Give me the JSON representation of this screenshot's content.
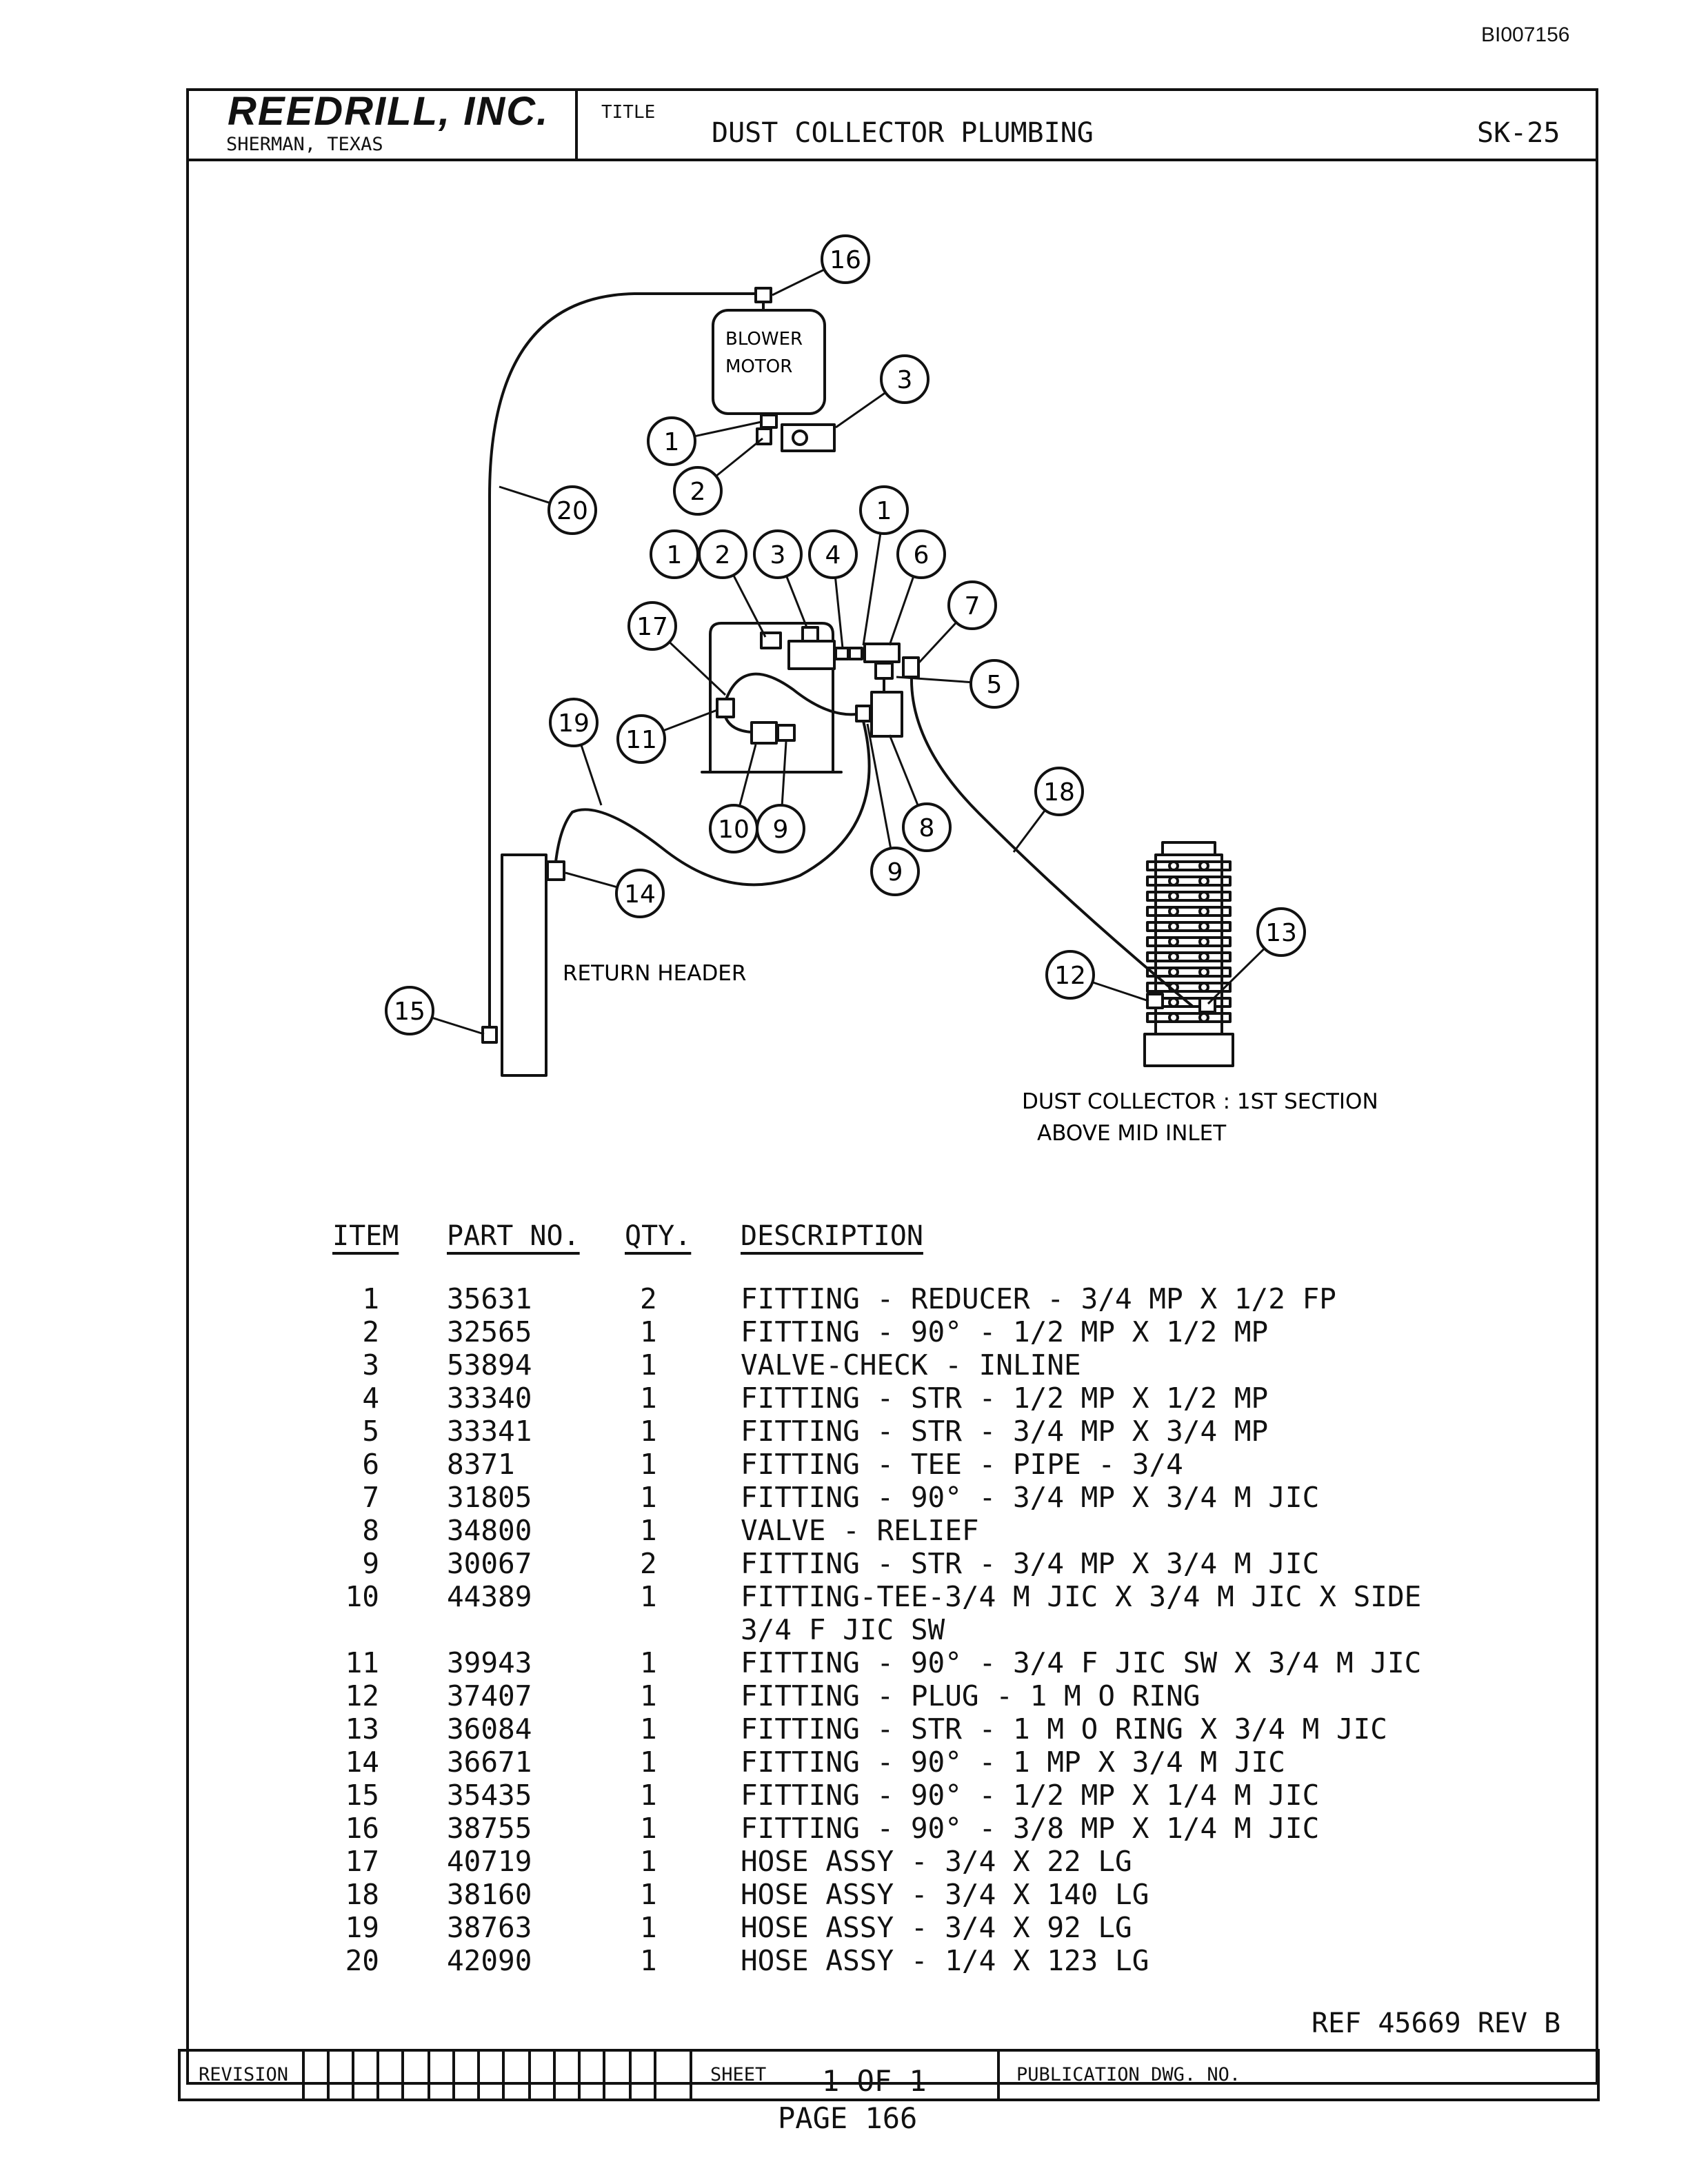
{
  "document_id": "BI007156",
  "title_block": {
    "company": "REEDRILL, INC.",
    "location": "SHERMAN, TEXAS",
    "title_label": "TITLE",
    "title": "DUST COLLECTOR PLUMBING",
    "sheet_code": "SK-25"
  },
  "diagram_labels": {
    "blower_motor_line1": "BLOWER",
    "blower_motor_line2": "MOTOR",
    "return_header": "RETURN HEADER",
    "dust_collector_line1": "DUST COLLECTOR : 1ST SECTION",
    "dust_collector_line2": "ABOVE MID INLET"
  },
  "callouts": [
    "16",
    "3",
    "1",
    "2",
    "20",
    "1",
    "1",
    "2",
    "3",
    "4",
    "6",
    "7",
    "17",
    "5",
    "19",
    "11",
    "18",
    "10",
    "9",
    "8",
    "9",
    "14",
    "13",
    "12",
    "15"
  ],
  "parts_table": {
    "headers": {
      "item": "ITEM",
      "part_no": "PART NO.",
      "qty": "QTY.",
      "description": "DESCRIPTION"
    },
    "rows": [
      {
        "item": "1",
        "part_no": "35631",
        "qty": "2",
        "description": "FITTING - REDUCER - 3/4 MP X 1/2 FP"
      },
      {
        "item": "2",
        "part_no": "32565",
        "qty": "1",
        "description": "FITTING - 90° - 1/2 MP X 1/2 MP"
      },
      {
        "item": "3",
        "part_no": "53894",
        "qty": "1",
        "description": "VALVE-CHECK - INLINE"
      },
      {
        "item": "4",
        "part_no": "33340",
        "qty": "1",
        "description": "FITTING - STR - 1/2 MP X 1/2 MP"
      },
      {
        "item": "5",
        "part_no": "33341",
        "qty": "1",
        "description": "FITTING - STR - 3/4 MP X 3/4 MP"
      },
      {
        "item": "6",
        "part_no": "8371",
        "qty": "1",
        "description": "FITTING - TEE - PIPE - 3/4"
      },
      {
        "item": "7",
        "part_no": "31805",
        "qty": "1",
        "description": "FITTING - 90° - 3/4 MP X 3/4 M JIC"
      },
      {
        "item": "8",
        "part_no": "34800",
        "qty": "1",
        "description": "VALVE - RELIEF"
      },
      {
        "item": "9",
        "part_no": "30067",
        "qty": "2",
        "description": "FITTING - STR - 3/4 MP X 3/4 M JIC"
      },
      {
        "item": "10",
        "part_no": "44389",
        "qty": "1",
        "description": "FITTING-TEE-3/4 M JIC X 3/4 M JIC X SIDE",
        "description_cont": "3/4 F JIC SW"
      },
      {
        "item": "11",
        "part_no": "39943",
        "qty": "1",
        "description": "FITTING - 90° - 3/4 F JIC SW X 3/4 M JIC"
      },
      {
        "item": "12",
        "part_no": "37407",
        "qty": "1",
        "description": "FITTING - PLUG - 1 M O RING"
      },
      {
        "item": "13",
        "part_no": "36084",
        "qty": "1",
        "description": "FITTING - STR - 1 M O RING X 3/4 M JIC"
      },
      {
        "item": "14",
        "part_no": "36671",
        "qty": "1",
        "description": "FITTING - 90° - 1 MP X 3/4 M JIC"
      },
      {
        "item": "15",
        "part_no": "35435",
        "qty": "1",
        "description": "FITTING - 90° - 1/2 MP X 1/4 M JIC"
      },
      {
        "item": "16",
        "part_no": "38755",
        "qty": "1",
        "description": "FITTING - 90° - 3/8 MP X 1/4 M JIC"
      },
      {
        "item": "17",
        "part_no": "40719",
        "qty": "1",
        "description": "HOSE ASSY - 3/4 X 22 LG"
      },
      {
        "item": "18",
        "part_no": "38160",
        "qty": "1",
        "description": "HOSE ASSY - 3/4 X 140 LG"
      },
      {
        "item": "19",
        "part_no": "38763",
        "qty": "1",
        "description": "HOSE ASSY - 3/4 X 92 LG"
      },
      {
        "item": "20",
        "part_no": "42090",
        "qty": "1",
        "description": "HOSE ASSY - 1/4 X 123 LG"
      }
    ]
  },
  "reference": "REF 45669 REV B",
  "footer": {
    "revision_label": "REVISION",
    "sheet_label": "SHEET",
    "sheet_value": "1 OF 1",
    "publication_label": "PUBLICATION DWG. NO.",
    "page": "PAGE 166"
  }
}
